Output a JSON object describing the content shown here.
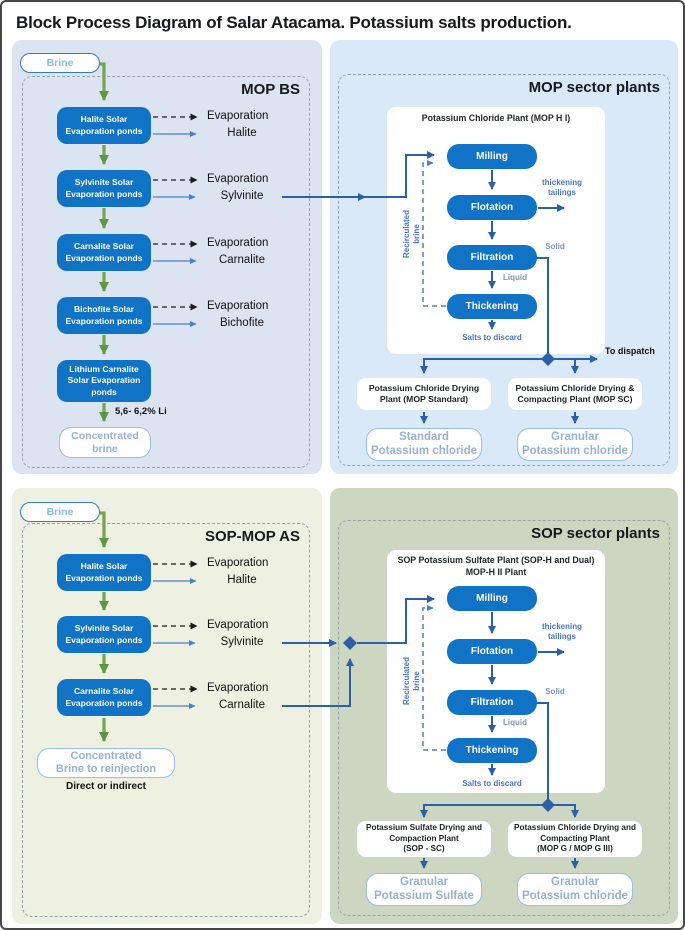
{
  "title": "Block Process Diagram of Salar Atacama. Potassium salts production.",
  "colors": {
    "process_blue": "#1173c5",
    "line_blue": "#2d5fa8",
    "flow_green": "#6fa84e",
    "panel_mop_bs": "#dce3f1",
    "panel_mop_plants": "#d9e9f8",
    "panel_sop_mop_as": "#eef0e2",
    "panel_sop_plants": "#ccd6c0"
  },
  "mop_bs": {
    "tag": "MOP BS",
    "brine": "Brine",
    "ponds": [
      {
        "name": "Halite Solar\nEvaporation ponds",
        "evap": "Evaporation",
        "product": "Halite"
      },
      {
        "name": "Sylvinite Solar\nEvaporation ponds",
        "evap": "Evaporation",
        "product": "Sylvinite"
      },
      {
        "name": "Carnalite Solar\nEvaporation ponds",
        "evap": "Evaporation",
        "product": "Carnalite"
      },
      {
        "name": "Bichofite Solar\nEvaporation ponds",
        "evap": "Evaporation",
        "product": "Bichofite"
      },
      {
        "name": "Lithium Carnalite\nSolar Evaporation\nponds"
      }
    ],
    "li_grade": "5,6- 6,2% Li",
    "output": "Concentrated\nbrine"
  },
  "mop_plants": {
    "tag": "MOP sector plants",
    "plant_title": "Potassium Chloride Plant (MOP H I)",
    "steps": [
      "Milling",
      "Flotation",
      "Filtration",
      "Thickening"
    ],
    "labels": {
      "recirculated": "Recirculated\nbrine",
      "tailings": "thickening\ntailings",
      "solid": "Solid",
      "liquid": "Liquid",
      "salts": "Salts to discard",
      "dispatch": "To dispatch"
    },
    "drying_left": "Potassium Chloride Drying\nPlant (MOP Standard)",
    "drying_right": "Potassium Chloride Drying &\nCompacting Plant (MOP SC)",
    "output_left": "Standard\nPotassium chloride",
    "output_right": "Granular\nPotassium chloride"
  },
  "sop_mop_as": {
    "tag": "SOP-MOP AS",
    "brine": "Brine",
    "ponds": [
      {
        "name": "Halite Solar\nEvaporation ponds",
        "evap": "Evaporation",
        "product": "Halite"
      },
      {
        "name": "Sylvinite Solar\nEvaporation ponds",
        "evap": "Evaporation",
        "product": "Sylvinite"
      },
      {
        "name": "Carnalite Solar\nEvaporation ponds",
        "evap": "Evaporation",
        "product": "Carnalite"
      }
    ],
    "output": "Concentrated\nBrine to reinjection",
    "note": "Direct or indirect"
  },
  "sop_plants": {
    "tag": "SOP sector plants",
    "plant_title": "SOP Potassium Sulfate Plant (SOP-H and Dual)\nMOP-H II Plant",
    "steps": [
      "Milling",
      "Flotation",
      "Filtration",
      "Thickening"
    ],
    "labels": {
      "recirculated": "Recirculated\nbrine",
      "tailings": "thickening\ntailings",
      "solid": "Solid",
      "liquid": "Liquid",
      "salts": "Salts to discard"
    },
    "drying_left": "Potassium Sulfate Drying and\nCompaction Plant\n(SOP - SC)",
    "drying_right": "Potassium Chloride Drying and\nCompacting Plant\n(MOP G / MOP G III)",
    "output_left": "Granular\nPotassium Sulfate",
    "output_right": "Granular\nPotassium chloride"
  }
}
